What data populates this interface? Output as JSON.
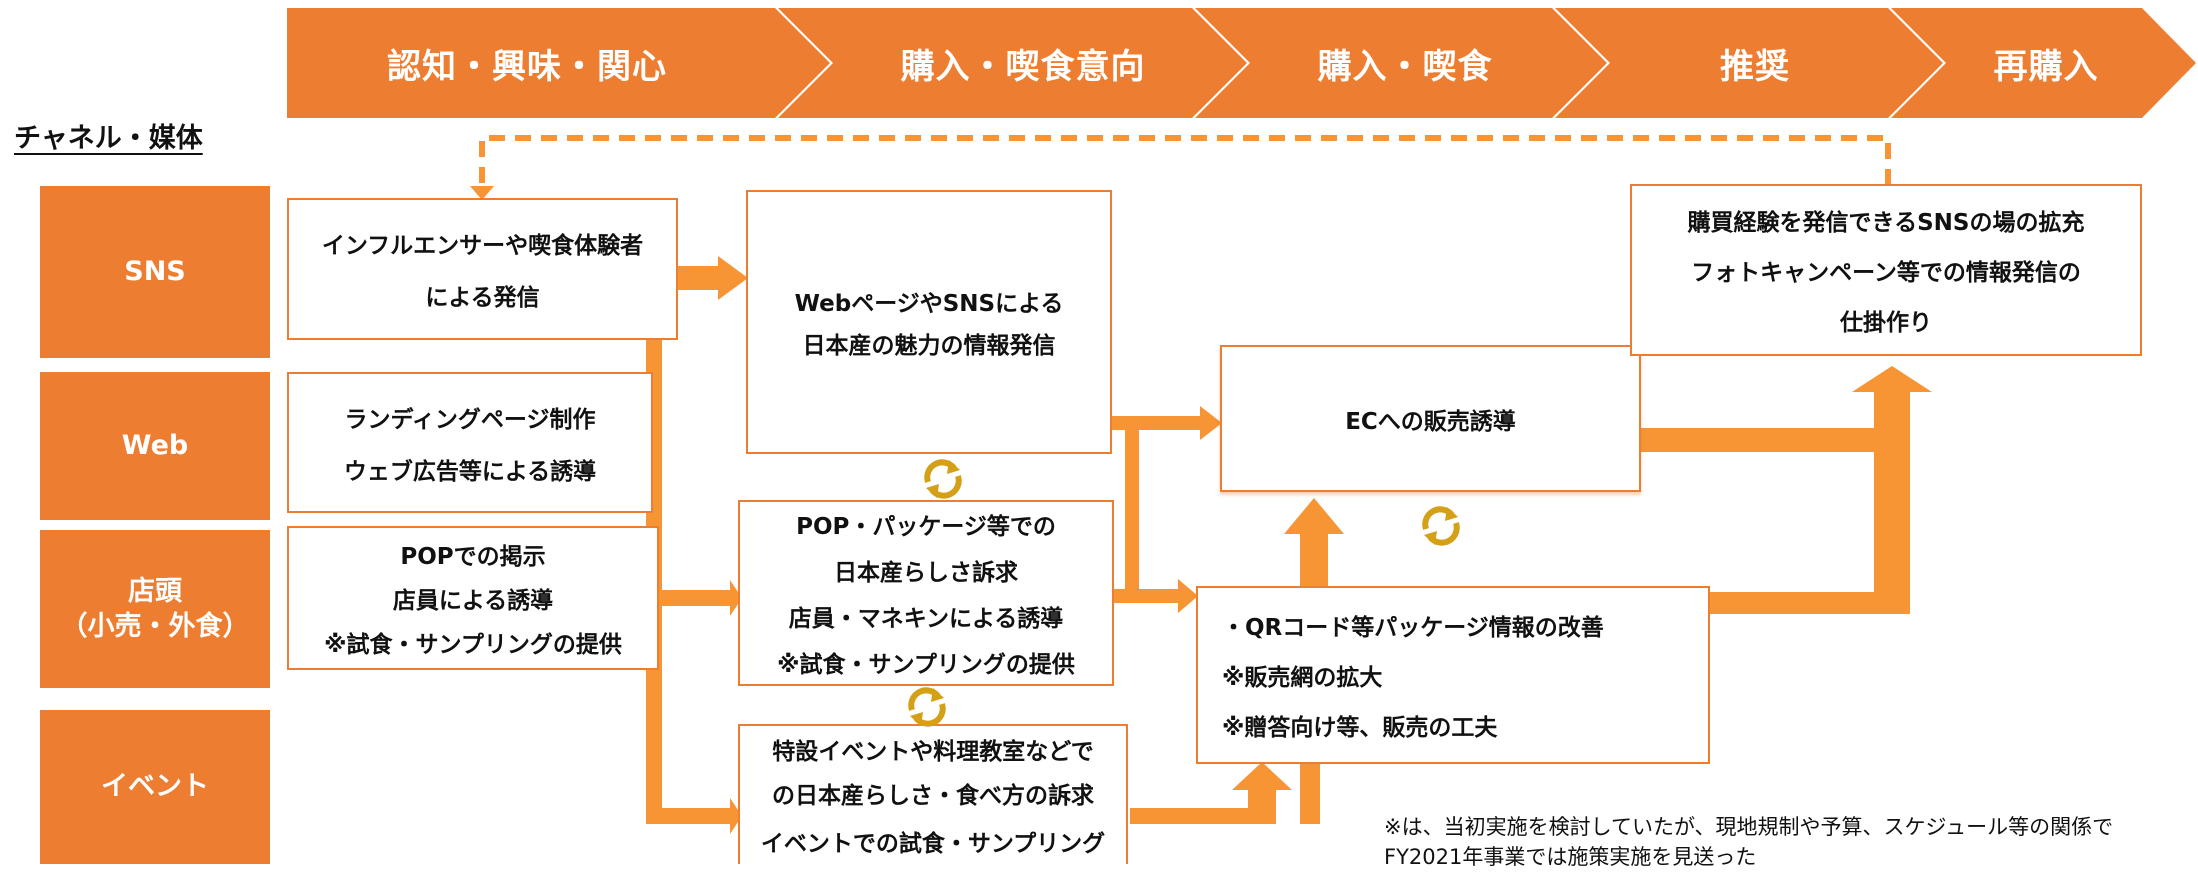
{
  "stages": [
    "認知・興味・関心",
    "購入・喫食意向",
    "購入・喫食",
    "推奨",
    "再購入"
  ],
  "channel_header": "チャネル・媒体",
  "channels": {
    "sns": "SNS",
    "web": "Web",
    "store_line1": "店頭",
    "store_line2": "（小売・外食）",
    "event": "イベント"
  },
  "boxes": {
    "influencer": [
      "インフルエンサーや喫食体験者",
      "による発信"
    ],
    "landing": [
      "ランディングページ制作",
      "ウェブ広告等による誘導"
    ],
    "pop_left": [
      "POPでの掲示",
      "店員による誘導",
      "※試食・サンプリングの提供"
    ],
    "web_sns_info": [
      "WebページやSNSによる",
      "日本産の魅力の情報発信"
    ],
    "pop_mid": [
      "POP・パッケージ等での",
      "日本産らしさ訴求",
      "店員・マネキンによる誘導",
      "※試食・サンプリングの提供"
    ],
    "event_box": [
      "特設イベントや料理教室などで",
      "の日本産らしさ・食べ方の訴求",
      "イベントでの試食・サンプリング"
    ],
    "ec": [
      "ECへの販売誘導"
    ],
    "qr": [
      "・QRコード等パッケージ情報の改善",
      "※販売網の拡大",
      "※贈答向け等、販売の工夫"
    ],
    "sns_share": [
      "購買経験を発信できるSNSの場の拡充",
      "フォトキャンペーン等での情報発信の",
      "仕掛作り"
    ]
  },
  "note": [
    "※は、当初実施を検討していたが、現地規制や予算、スケジュール等の関係で",
    "FY2021年事業では施策実施を見送った"
  ],
  "colors": {
    "accent": "#ED7D31",
    "arrow": "#F79433",
    "cycle": "#D4A017",
    "text": "#111111",
    "background": "#FFFFFF"
  }
}
